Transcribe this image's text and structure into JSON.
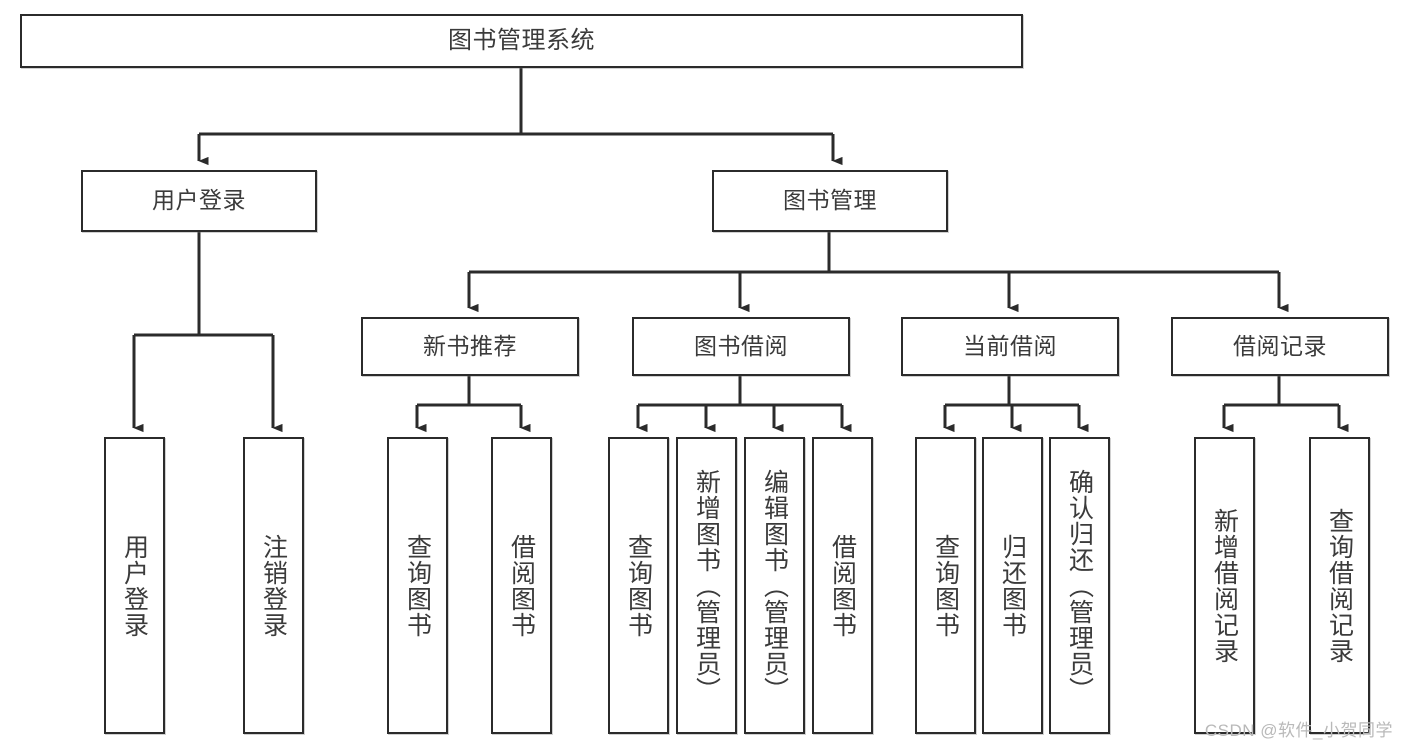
{
  "diagram": {
    "type": "tree",
    "title": "图书管理系统",
    "watermark": "CSDN @软件_小贺同学",
    "colors": {
      "stroke": "#2b2b2b",
      "text": "#3b3b3b",
      "background": "#ffffff",
      "watermark": "#b9b9b9"
    },
    "nodes": {
      "root": {
        "label": "图书管理系统"
      },
      "level2": [
        {
          "label": "用户登录"
        },
        {
          "label": "图书管理"
        }
      ],
      "level3": [
        {
          "label": "新书推荐"
        },
        {
          "label": "图书借阅"
        },
        {
          "label": "当前借阅"
        },
        {
          "label": "借阅记录"
        }
      ],
      "leaves_user_login": [
        {
          "label": "用户登录"
        },
        {
          "label": "注销登录"
        }
      ],
      "leaves_new_books": [
        {
          "label": "查询图书"
        },
        {
          "label": "借阅图书"
        }
      ],
      "leaves_borrow": [
        {
          "label": "查询图书"
        },
        {
          "label": "新增图书（管理员）"
        },
        {
          "label": "编辑图书（管理员）"
        },
        {
          "label": "借阅图书"
        }
      ],
      "leaves_current": [
        {
          "label": "查询图书"
        },
        {
          "label": "归还图书"
        },
        {
          "label": "确认归还（管理员）"
        }
      ],
      "leaves_records": [
        {
          "label": "新增借阅记录"
        },
        {
          "label": "查询借阅记录"
        }
      ]
    }
  }
}
